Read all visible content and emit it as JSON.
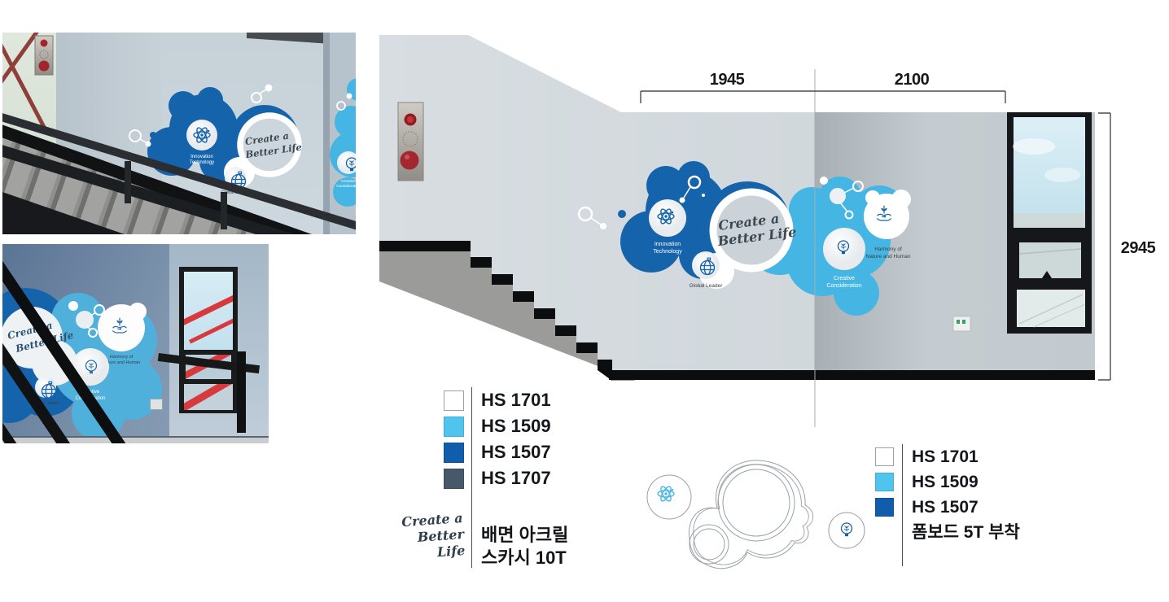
{
  "palette": {
    "hs1701": "#ffffff",
    "hs1509": "#4fc4ef",
    "hs1507": "#0f5dac",
    "hs1707": "#47586b",
    "mural_dark_blue": "#1564ab",
    "mural_light_blue": "#45b5e3"
  },
  "mural": {
    "slogan_line1": "Create a",
    "slogan_line2": "Better Life",
    "innovation_line1": "Innovation",
    "innovation_line2": "Technology",
    "global_leader": "Global Leader",
    "creative_line1": "Creative",
    "creative_line2": "Consideration",
    "harmony_line1": "Harmony of",
    "harmony_line2": "Nature and Human"
  },
  "elevation_dims": {
    "width_left": "1945",
    "width_right": "2100",
    "height_right": "2945"
  },
  "legend_acrylic": {
    "swatches": [
      {
        "code": "HS 1701",
        "color": "#ffffff"
      },
      {
        "code": "HS 1509",
        "color": "#4fc4ef"
      },
      {
        "code": "HS 1507",
        "color": "#0f5dac"
      },
      {
        "code": "HS 1707",
        "color": "#47586b"
      }
    ],
    "script_line1": "Create a",
    "script_line2": "Better Life",
    "spec_line1": "배면 아크릴",
    "spec_line2": "스카시 10T"
  },
  "legend_foamboard": {
    "swatches": [
      {
        "code": "HS 1701",
        "color": "#ffffff"
      },
      {
        "code": "HS 1509",
        "color": "#4fc4ef"
      },
      {
        "code": "HS 1507",
        "color": "#0f5dac"
      }
    ],
    "spec": "폼보드 5T 부착"
  }
}
